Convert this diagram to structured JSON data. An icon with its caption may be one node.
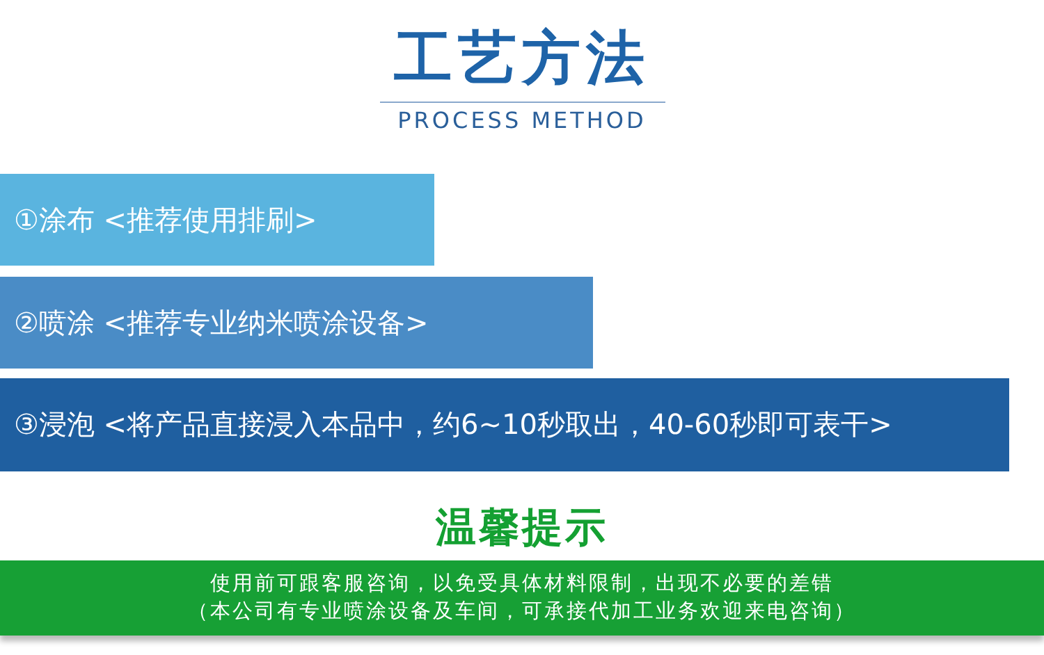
{
  "diagram": {
    "title": "工艺方法",
    "nodes": [
      {
        "text": [
          "①涂布 <推荐使用排刷>"
        ]
      },
      {
        "text": [
          "②喷涂 <推荐专业纳米喷涂设备>"
        ]
      },
      {
        "text": [
          "③浸泡 <将产品直接浸入本品中，约6~10秒取出，40-60秒即可表干>"
        ]
      },
      {
        "text": [
          "使用前可跟客服咨询，以免受具体材料限制，出现不必要的差错",
          "（本公司有专业喷涂设备及车间，可承接代加工业务欢迎来电咨询）"
        ]
      }
    ],
    "labels": [
      "PROCESS METHOD",
      "温馨提示"
    ]
  }
}
